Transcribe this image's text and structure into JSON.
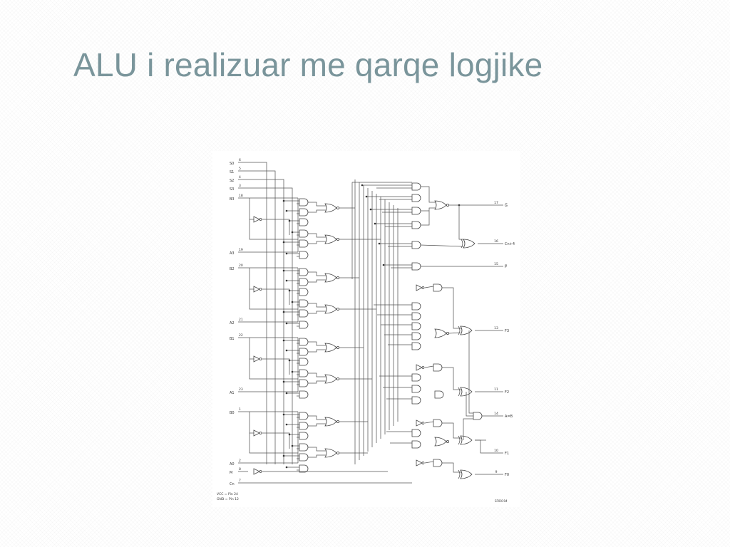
{
  "slide": {
    "title": "ALU i realizuar me qarqe logjike"
  },
  "diagram": {
    "inputs": [
      {
        "name": "S0",
        "pin": "6"
      },
      {
        "name": "S1",
        "pin": "5"
      },
      {
        "name": "S2",
        "pin": "4"
      },
      {
        "name": "S3",
        "pin": "3"
      },
      {
        "name": "B3",
        "pin": "18"
      },
      {
        "name": "A3",
        "pin": "19"
      },
      {
        "name": "B2",
        "pin": "20"
      },
      {
        "name": "A2",
        "pin": "21"
      },
      {
        "name": "B1",
        "pin": "22"
      },
      {
        "name": "A1",
        "pin": "23"
      },
      {
        "name": "B0",
        "pin": "1"
      },
      {
        "name": "A0",
        "pin": "2"
      },
      {
        "name": "M",
        "pin": "8"
      },
      {
        "name": "Cn",
        "pin": "7"
      }
    ],
    "outputs": [
      {
        "name": "G",
        "pin": "17"
      },
      {
        "name": "Cn+4",
        "pin": "16"
      },
      {
        "name": "P",
        "pin": "15"
      },
      {
        "name": "F3",
        "pin": "13"
      },
      {
        "name": "F2",
        "pin": "11"
      },
      {
        "name": "A=B",
        "pin": "14"
      },
      {
        "name": "F1",
        "pin": "10"
      },
      {
        "name": "F0",
        "pin": "9"
      }
    ],
    "power_note_1": "VCC = Pin 24",
    "power_note_2": "GND = Pin 12",
    "figure_code": "SF00194"
  }
}
